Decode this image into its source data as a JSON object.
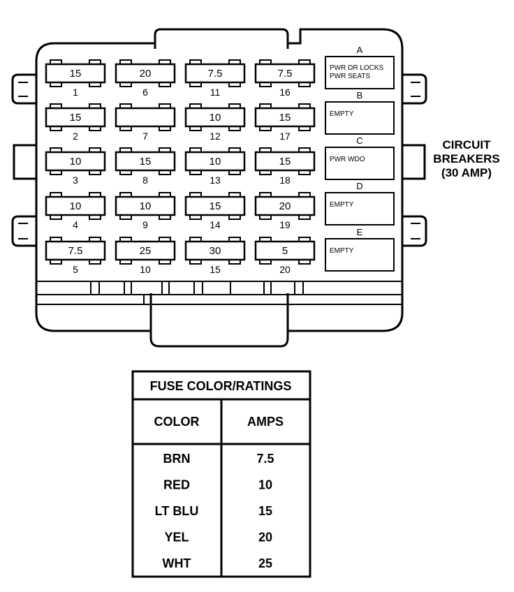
{
  "fuses": [
    {
      "number": "1",
      "rating": "15"
    },
    {
      "number": "2",
      "rating": "15"
    },
    {
      "number": "3",
      "rating": "10"
    },
    {
      "number": "4",
      "rating": "10"
    },
    {
      "number": "5",
      "rating": "7.5"
    },
    {
      "number": "6",
      "rating": "20"
    },
    {
      "number": "7",
      "rating": ""
    },
    {
      "number": "8",
      "rating": "15"
    },
    {
      "number": "9",
      "rating": "10"
    },
    {
      "number": "10",
      "rating": "25"
    },
    {
      "number": "11",
      "rating": "7.5"
    },
    {
      "number": "12",
      "rating": "10"
    },
    {
      "number": "13",
      "rating": "10"
    },
    {
      "number": "14",
      "rating": "15"
    },
    {
      "number": "15",
      "rating": "30"
    },
    {
      "number": "16",
      "rating": "7.5"
    },
    {
      "number": "17",
      "rating": "15"
    },
    {
      "number": "18",
      "rating": "15"
    },
    {
      "number": "19",
      "rating": "20"
    },
    {
      "number": "20",
      "rating": "5"
    }
  ],
  "breakers": [
    {
      "letter": "A",
      "lines": [
        "PWR DR LOCKS",
        "PWR SEATS"
      ]
    },
    {
      "letter": "B",
      "lines": [
        "EMPTY"
      ]
    },
    {
      "letter": "C",
      "lines": [
        "PWR WDO"
      ]
    },
    {
      "letter": "D",
      "lines": [
        "EMPTY"
      ]
    },
    {
      "letter": "E",
      "lines": [
        "EMPTY"
      ]
    }
  ],
  "circuit_breakers_label": [
    "CIRCUIT",
    "BREAKERS",
    "(30 AMP)"
  ],
  "table": {
    "title": "FUSE COLOR/RATINGS",
    "headers": [
      "COLOR",
      "AMPS"
    ],
    "rows": [
      [
        "BRN",
        "7.5"
      ],
      [
        "RED",
        "10"
      ],
      [
        "LT BLU",
        "15"
      ],
      [
        "YEL",
        "20"
      ],
      [
        "WHT",
        "25"
      ]
    ]
  }
}
